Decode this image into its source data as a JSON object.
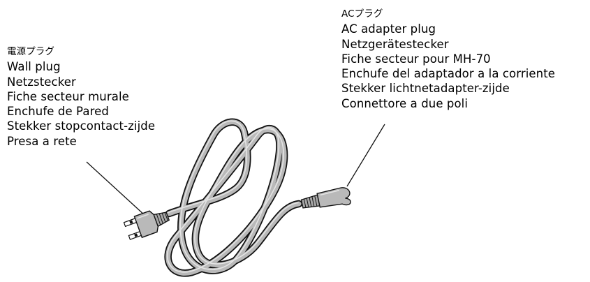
{
  "wall_plug_labels": [
    "電源プラグ",
    "Wall plug",
    "Netzstecker",
    "Fiche secteur murale",
    "Enchufe de Pared",
    "Stekker stopcontact-zijde",
    "Presa a rete"
  ],
  "adapter_plug_labels": [
    "ACプラグ",
    "AC adapter plug",
    "Netzgerätestecker",
    "Fiche secteur pour MH-70",
    "Enchufe del adaptador a la corriente",
    "Stekker lichtnetadapter-zijde",
    "Connettore a due poli"
  ],
  "colors": {
    "cord_fill": "#b9b9b9",
    "outline": "#111111",
    "background": "#ffffff"
  }
}
